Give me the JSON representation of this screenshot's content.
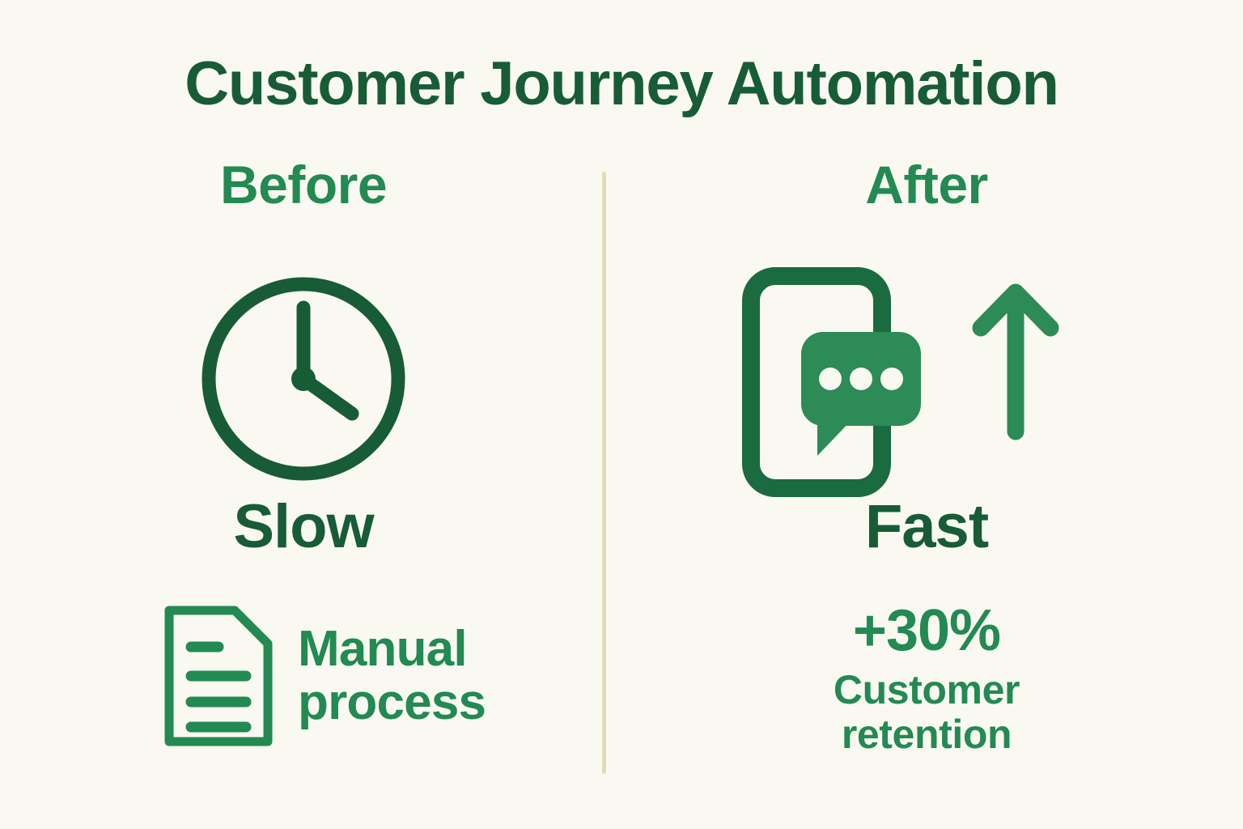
{
  "page": {
    "title": "Customer Journey Automation",
    "background_color": "#faf9f1",
    "dark_green": "#175c36",
    "medium_green": "#228a52",
    "divider_color": "#e2ddb6"
  },
  "columns": {
    "before": {
      "heading": "Before",
      "icon": "clock-icon",
      "status": "Slow",
      "detail_icon": "document-icon",
      "detail_line_1": "Manual",
      "detail_line_2": "process"
    },
    "after": {
      "heading": "After",
      "icon": "mobile-chat-icon",
      "secondary_icon": "arrow-up-icon",
      "status": "Fast",
      "stat": "+30%",
      "stat_caption_line_1": "Customer",
      "stat_caption_line_2": "retention"
    }
  }
}
